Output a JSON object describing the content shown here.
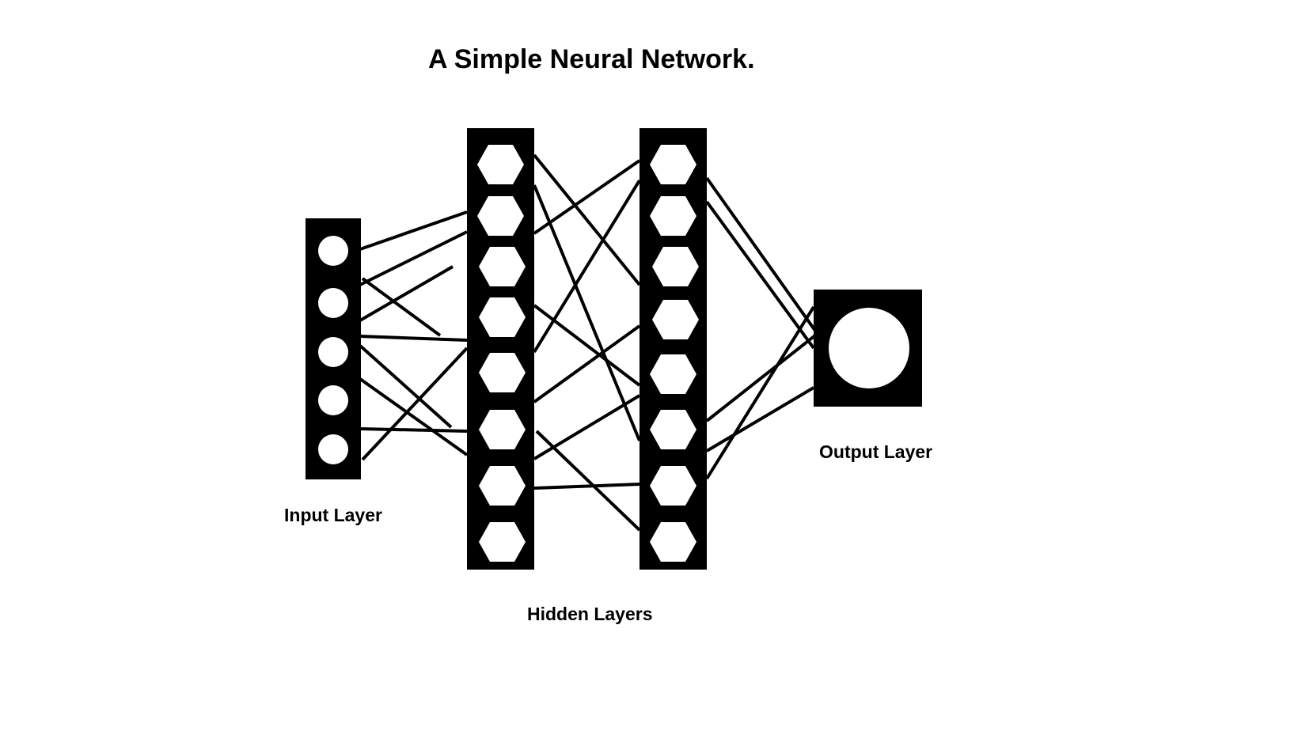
{
  "title": "A Simple Neural Network.",
  "labels": {
    "input": "Input Layer",
    "hidden": "Hidden Layers",
    "output": "Output Layer"
  },
  "layers": [
    {
      "id": "input-layer",
      "node_shape": "circle",
      "node_count": 5
    },
    {
      "id": "hidden-layer-1",
      "node_shape": "hexagon",
      "node_count": 8
    },
    {
      "id": "hidden-layer-2",
      "node_shape": "hexagon",
      "node_count": 8
    },
    {
      "id": "output-layer",
      "node_shape": "circle",
      "node_count": 1
    }
  ],
  "colors": {
    "layer_fill": "#000000",
    "node_fill": "#ffffff",
    "connection": "#000000",
    "text": "#000000",
    "background": "#ffffff"
  }
}
